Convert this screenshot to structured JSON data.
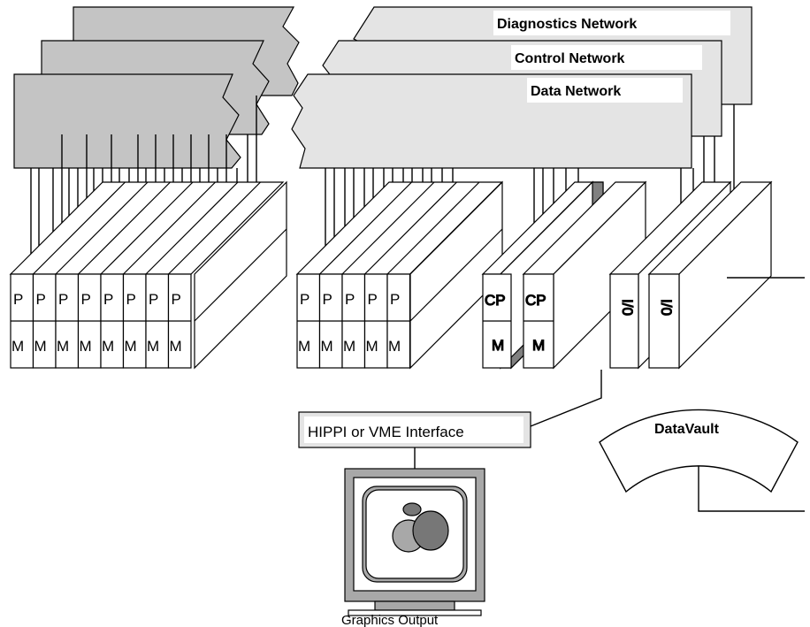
{
  "networks": {
    "diagnostics_label": "Diagnostics Network",
    "control_label": "Control Network",
    "data_label": "Data Network"
  },
  "nodes": {
    "processor_label": "P",
    "memory_label": "M",
    "control_processor_label": "CP",
    "io_label": "I/0",
    "left_bank_count": 8,
    "middle_bank_count": 5
  },
  "interface_label": "HIPPI or VME Interface",
  "datavault_label": "DataVault",
  "graphics_label": "Graphics Output",
  "colors": {
    "network_dark": "#c4c4c4",
    "network_light": "#e4e4e4",
    "divider_dark": "#808080",
    "screen_gray": "#a8a8a8",
    "blob_dark": "#777777"
  }
}
